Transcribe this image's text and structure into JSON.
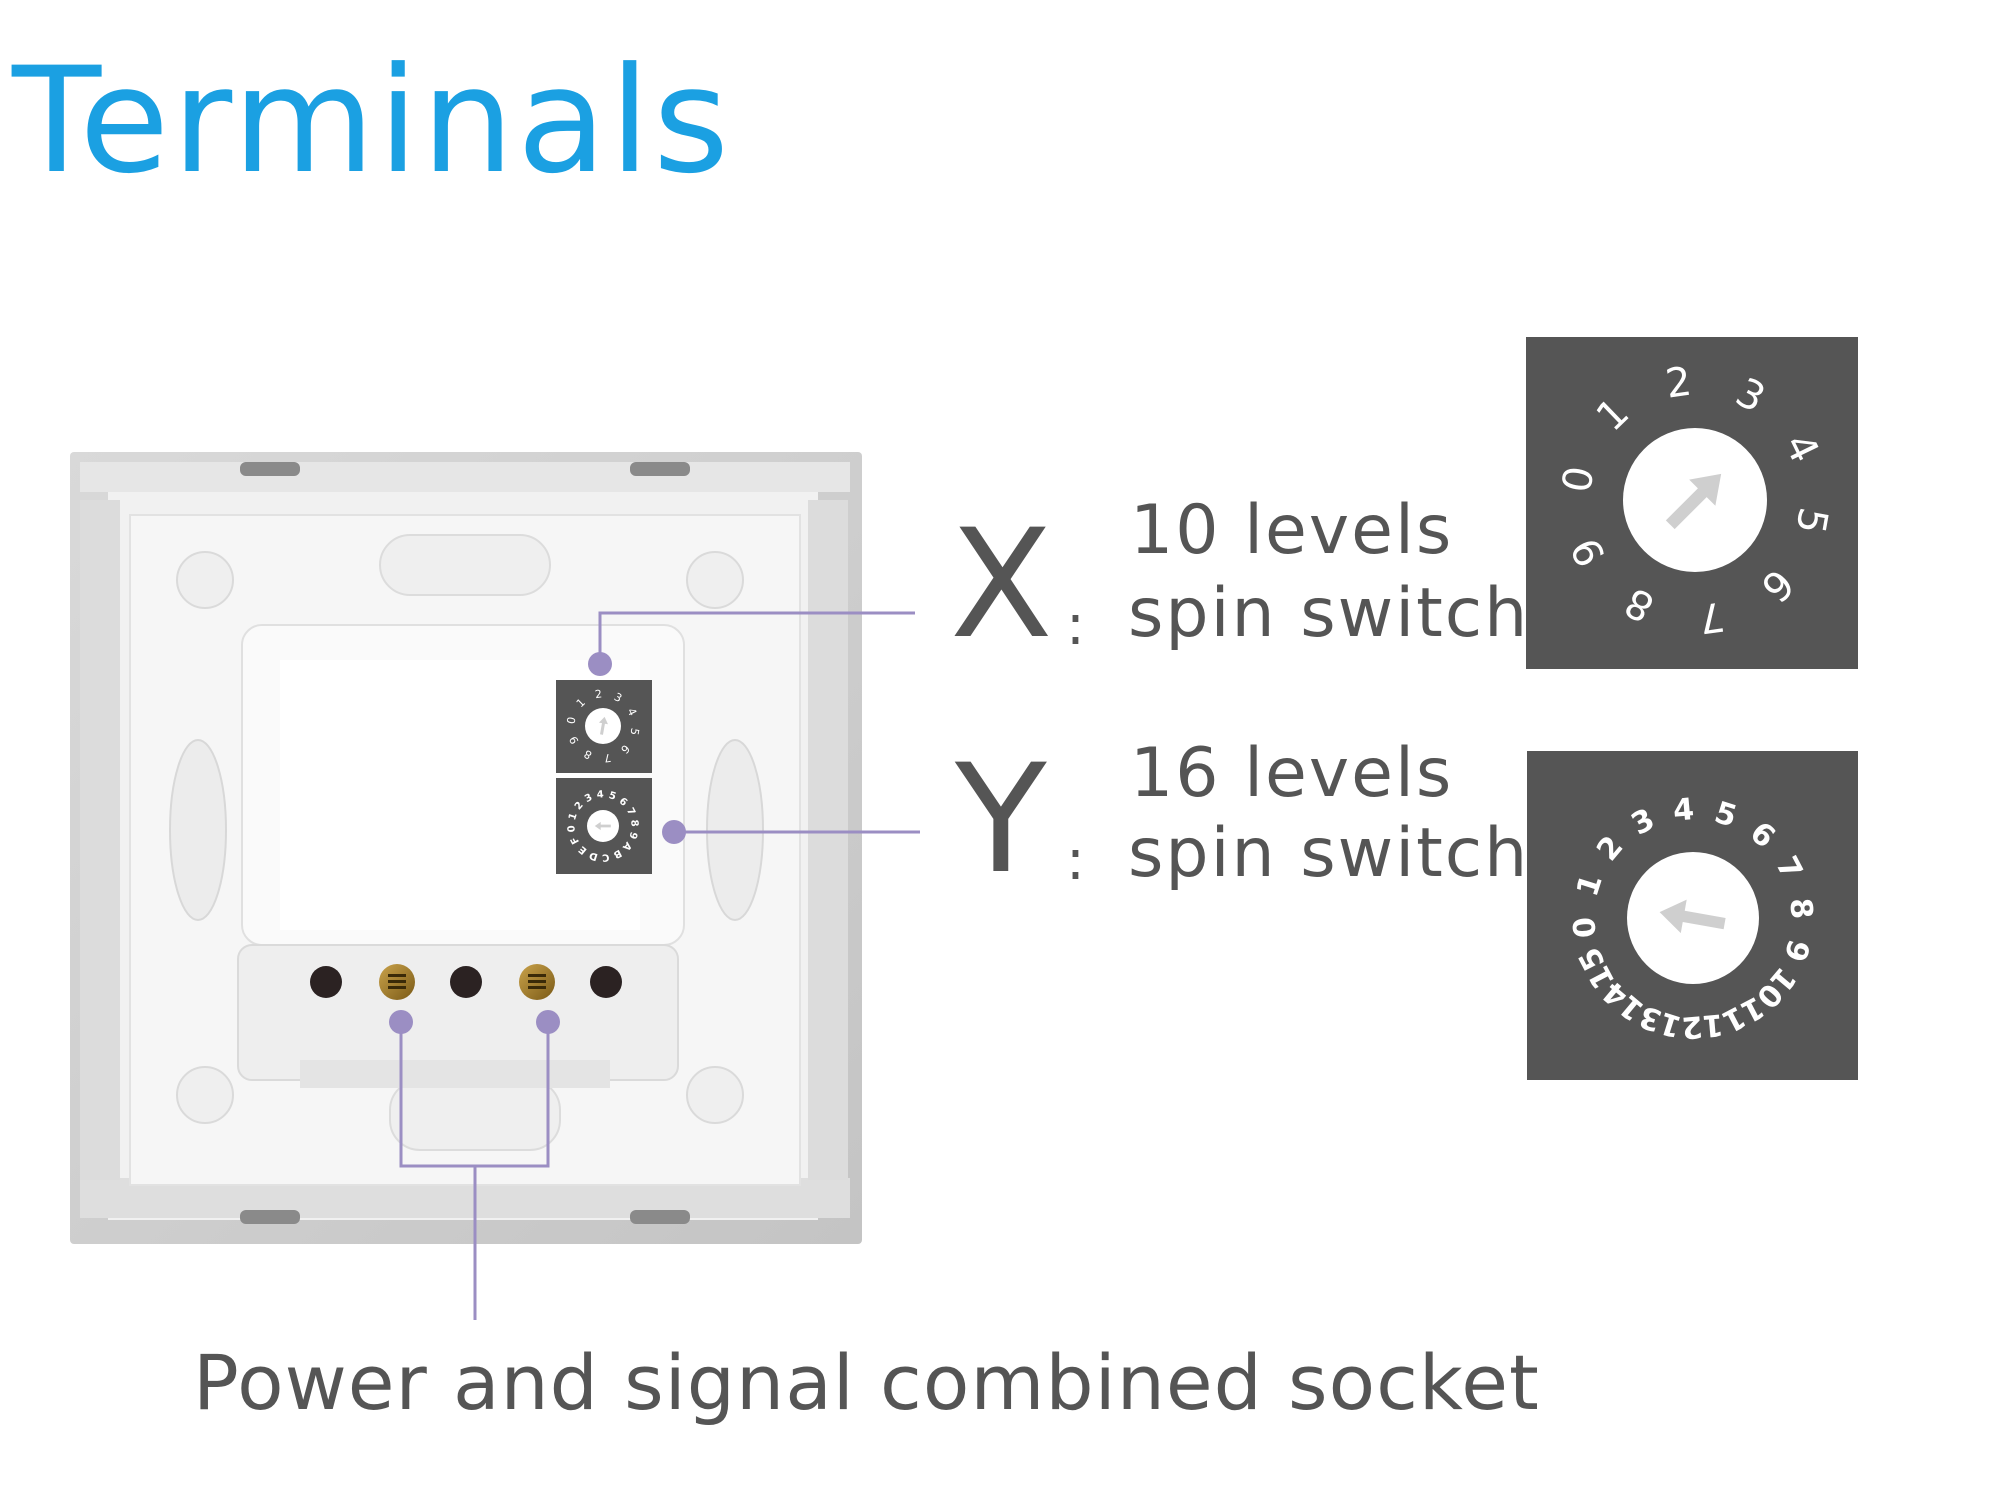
{
  "title": "Terminals",
  "colors": {
    "title": "#1ba0e2",
    "text": "#555555",
    "callout": "#9b8ec3",
    "dial_bg": "#555555",
    "panel": "#f3f3f3"
  },
  "x_switch": {
    "letter": "X",
    "colon": ":",
    "levels": "10 levels",
    "kind": "spin switch",
    "dial_numbers": [
      "0",
      "1",
      "2",
      "3",
      "4",
      "5",
      "6",
      "7",
      "8",
      "9"
    ],
    "pointer": "2"
  },
  "y_switch": {
    "letter": "Y",
    "colon": ":",
    "levels": "16 levels",
    "kind": "spin switch",
    "dial_numbers": [
      "0",
      "1",
      "2",
      "3",
      "4",
      "5",
      "6",
      "7",
      "8",
      "9",
      "10",
      "11",
      "12",
      "13",
      "14",
      "15"
    ],
    "pointer": "0"
  },
  "device_small_y_labels": [
    "0",
    "1",
    "2",
    "3",
    "4",
    "5",
    "6",
    "7",
    "8",
    "9",
    "A",
    "B",
    "C",
    "D",
    "E",
    "F"
  ],
  "socket_caption": "Power and signal combined socket"
}
